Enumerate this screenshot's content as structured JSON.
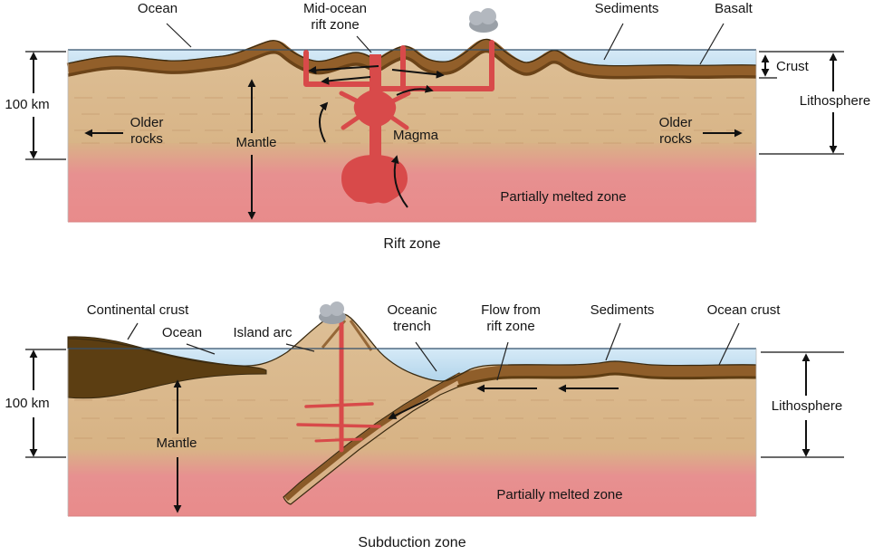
{
  "figure": {
    "rift": {
      "caption": "Rift zone",
      "labels": {
        "ocean": "Ocean",
        "mid_ocean_rift_zone": "Mid-ocean\nrift zone",
        "sediments": "Sediments",
        "basalt": "Basalt",
        "depth_scale": "100 km",
        "older_rocks_left": "Older\nrocks",
        "mantle": "Mantle",
        "magma": "Magma",
        "older_rocks_right": "Older\nrocks",
        "partially_melted_zone": "Partially melted zone",
        "crust": "Crust",
        "lithosphere": "Lithosphere"
      }
    },
    "subduction": {
      "caption": "Subduction zone",
      "labels": {
        "continental_crust": "Continental crust",
        "ocean": "Ocean",
        "island_arc": "Island arc",
        "oceanic_trench": "Oceanic\ntrench",
        "flow_from_rift_zone": "Flow from\nrift zone",
        "sediments": "Sediments",
        "ocean_crust": "Ocean crust",
        "depth_scale": "100 km",
        "mantle": "Mantle",
        "lithosphere": "Lithosphere",
        "partially_melted_zone": "Partially melted zone"
      }
    },
    "colors": {
      "water": "#b9d9ec",
      "mantle_rock": "#d9b588",
      "partially_melted": "#e88d8d",
      "crust_brown": "#8a5a2b",
      "continental_crust": "#5c3e12",
      "magma_red": "#d84a4a",
      "cloud_gray": "#a3a8ae",
      "label_text": "#151515"
    }
  }
}
